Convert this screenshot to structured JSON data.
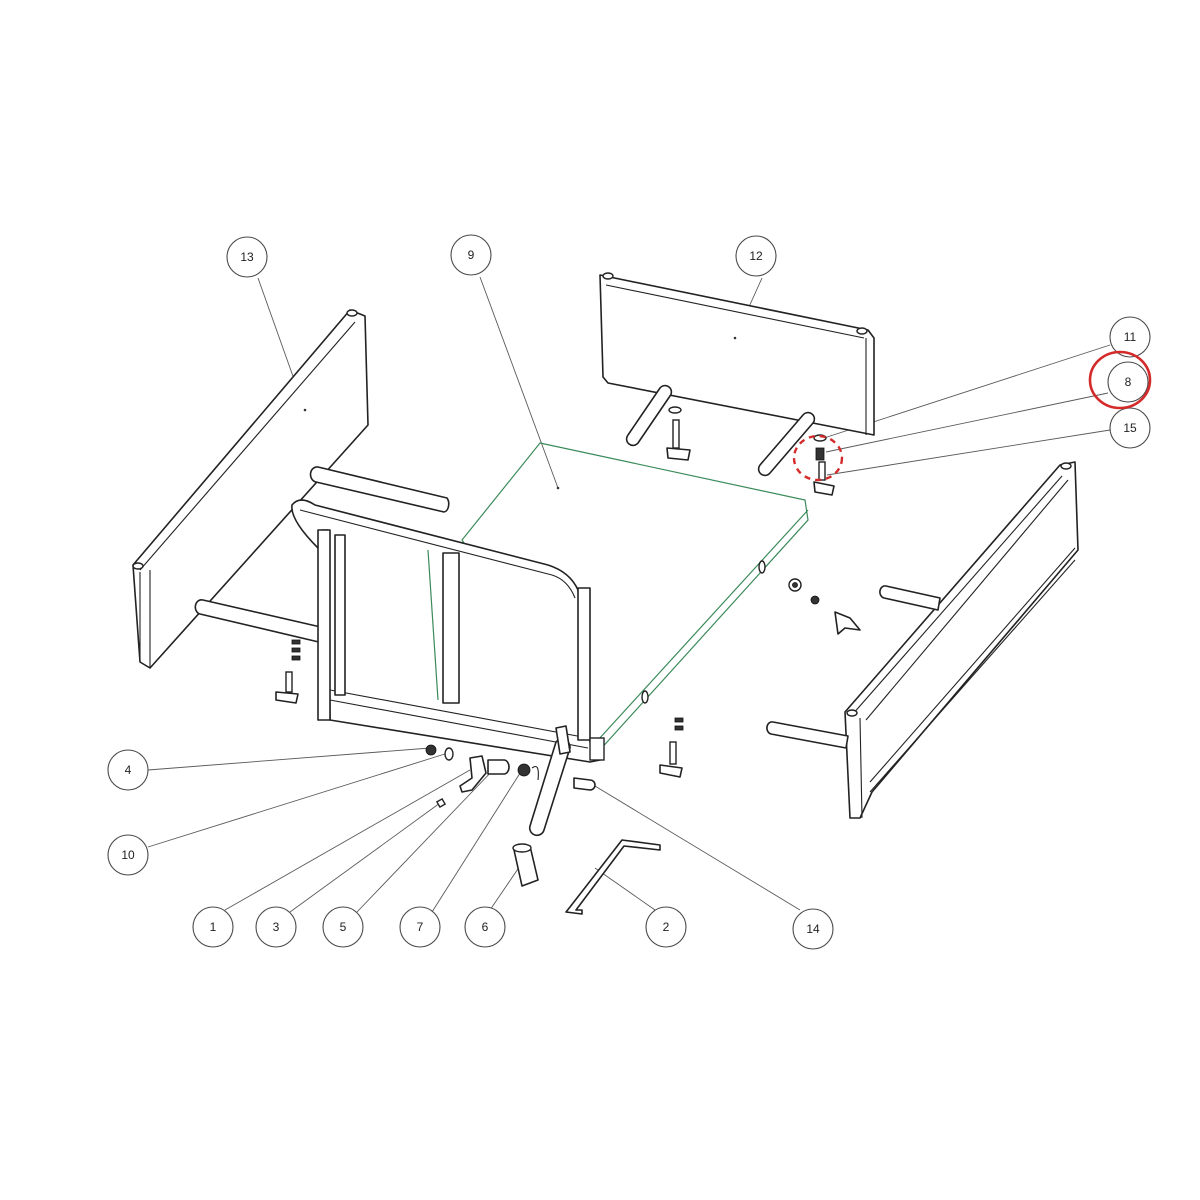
{
  "callouts": [
    {
      "id": "13",
      "label": "13",
      "highlighted": false
    },
    {
      "id": "9",
      "label": "9",
      "highlighted": false
    },
    {
      "id": "12",
      "label": "12",
      "highlighted": false
    },
    {
      "id": "11",
      "label": "11",
      "highlighted": false
    },
    {
      "id": "8",
      "label": "8",
      "highlighted": true
    },
    {
      "id": "15",
      "label": "15",
      "highlighted": false
    },
    {
      "id": "4",
      "label": "4",
      "highlighted": false
    },
    {
      "id": "10",
      "label": "10",
      "highlighted": false
    },
    {
      "id": "1",
      "label": "1",
      "highlighted": false
    },
    {
      "id": "3",
      "label": "3",
      "highlighted": false
    },
    {
      "id": "5",
      "label": "5",
      "highlighted": false
    },
    {
      "id": "7",
      "label": "7",
      "highlighted": false
    },
    {
      "id": "6",
      "label": "6",
      "highlighted": false
    },
    {
      "id": "2",
      "label": "2",
      "highlighted": false
    },
    {
      "id": "14",
      "label": "14",
      "highlighted": false
    }
  ],
  "colors": {
    "line": "#222222",
    "leader": "#5a5a5a",
    "floor_outline": "#3a8a5a",
    "highlight": "#d42a2a"
  }
}
